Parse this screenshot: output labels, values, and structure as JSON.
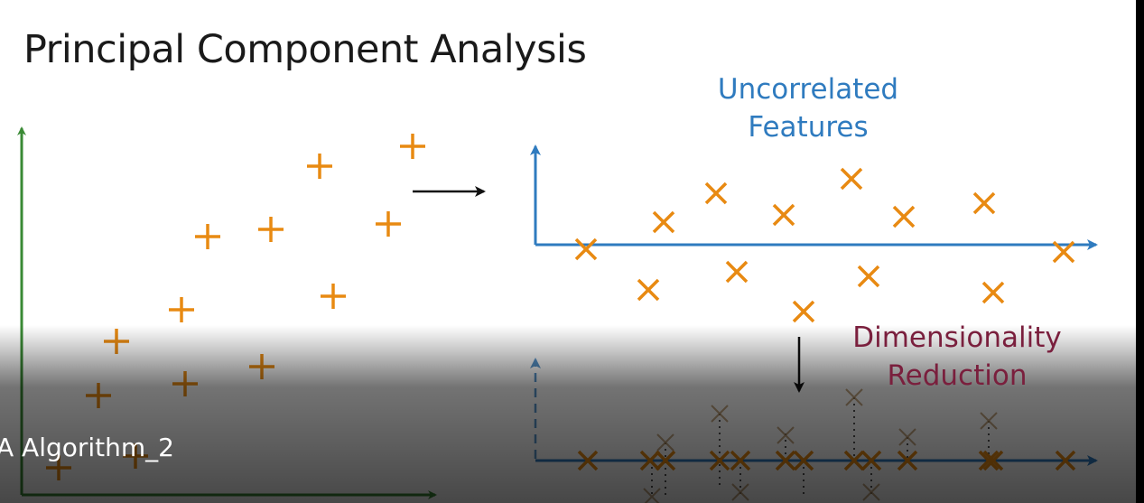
{
  "slide": {
    "title": "Principal Component Analysis",
    "label_uncorrelated": [
      "Uncorrelated",
      "Features"
    ],
    "label_dimred": [
      "Dimensionality",
      "Reduction"
    ],
    "caption": "A Algorithm_2"
  },
  "colors": {
    "original_axes": "#3a8a35",
    "pca_axes": "#2f7bbf",
    "marker": "#e88a12",
    "uncorrelated_text": "#2f7bbf",
    "dimred_text": "#7a1f3d",
    "arrow": "#111111"
  },
  "icons": {
    "original_point": "plus-marker",
    "transformed_point": "x-marker",
    "transition_arrow": "arrow-right",
    "reduction_arrow": "arrow-down"
  }
}
